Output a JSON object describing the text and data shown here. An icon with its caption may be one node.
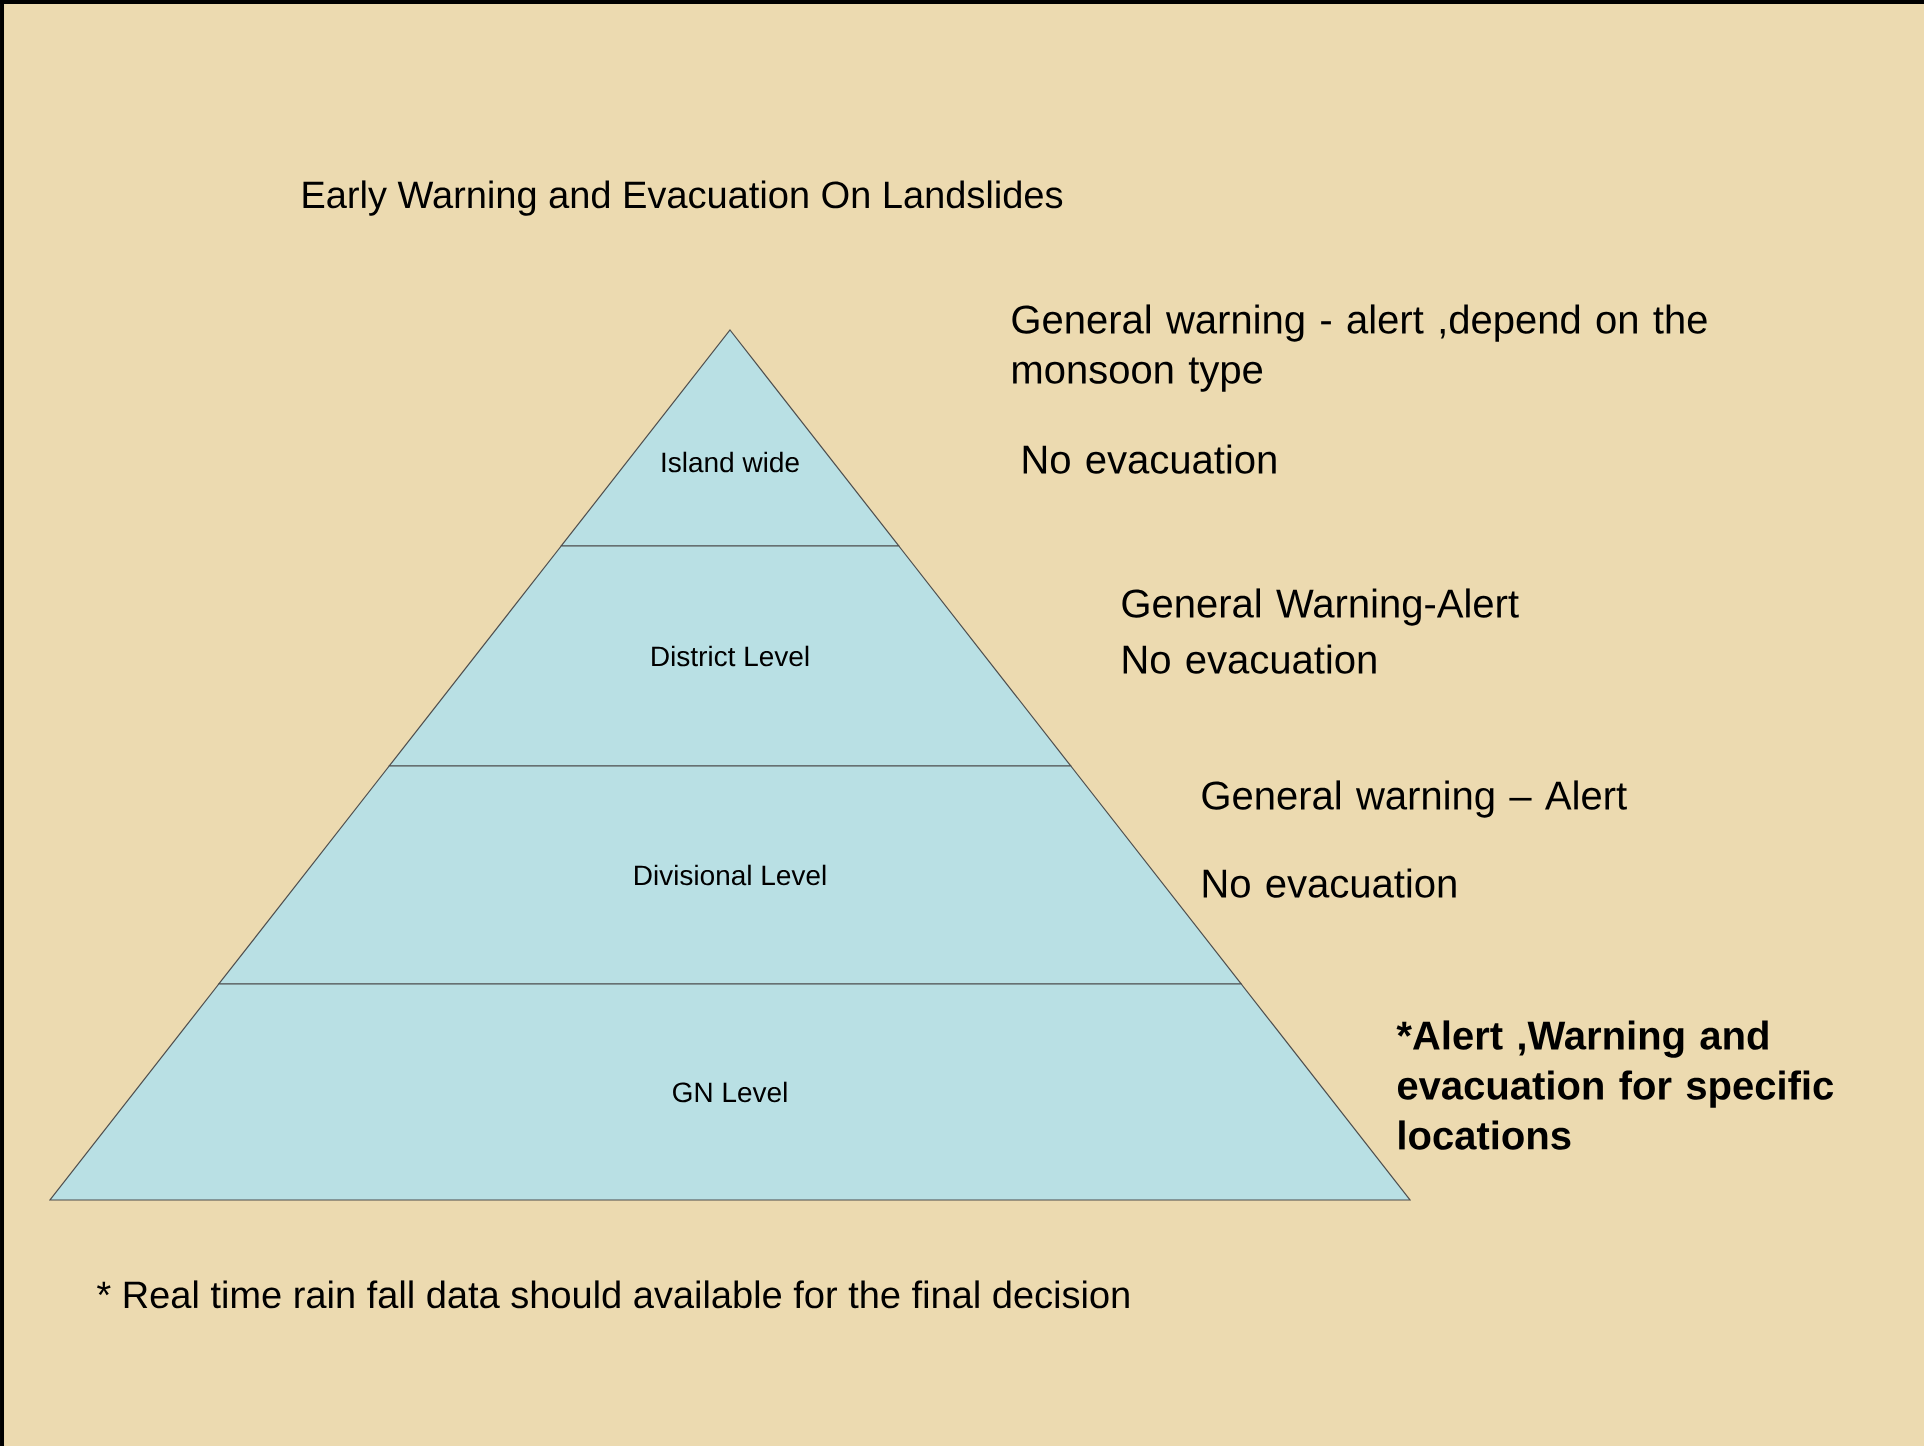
{
  "diagram": {
    "title": "Early Warning and Evacuation On Landslides",
    "nodes": [
      {
        "text": [
          "Island wide"
        ],
        "beside": [
          "General warning - alert ,depend on the monsoon type",
          "No evacuation"
        ]
      },
      {
        "text": [
          "District Level"
        ],
        "beside": [
          "General Warning-Alert",
          "No evacuation"
        ]
      },
      {
        "text": [
          "Divisional Level"
        ],
        "beside": [
          "General warning – Alert",
          "No evacuation"
        ]
      },
      {
        "text": [
          "GN Level"
        ],
        "beside": [
          "*Alert ,Warning and evacuation for specific locations"
        ]
      }
    ],
    "labels": [
      "* Real time rain fall data should available for the final decision"
    ]
  }
}
